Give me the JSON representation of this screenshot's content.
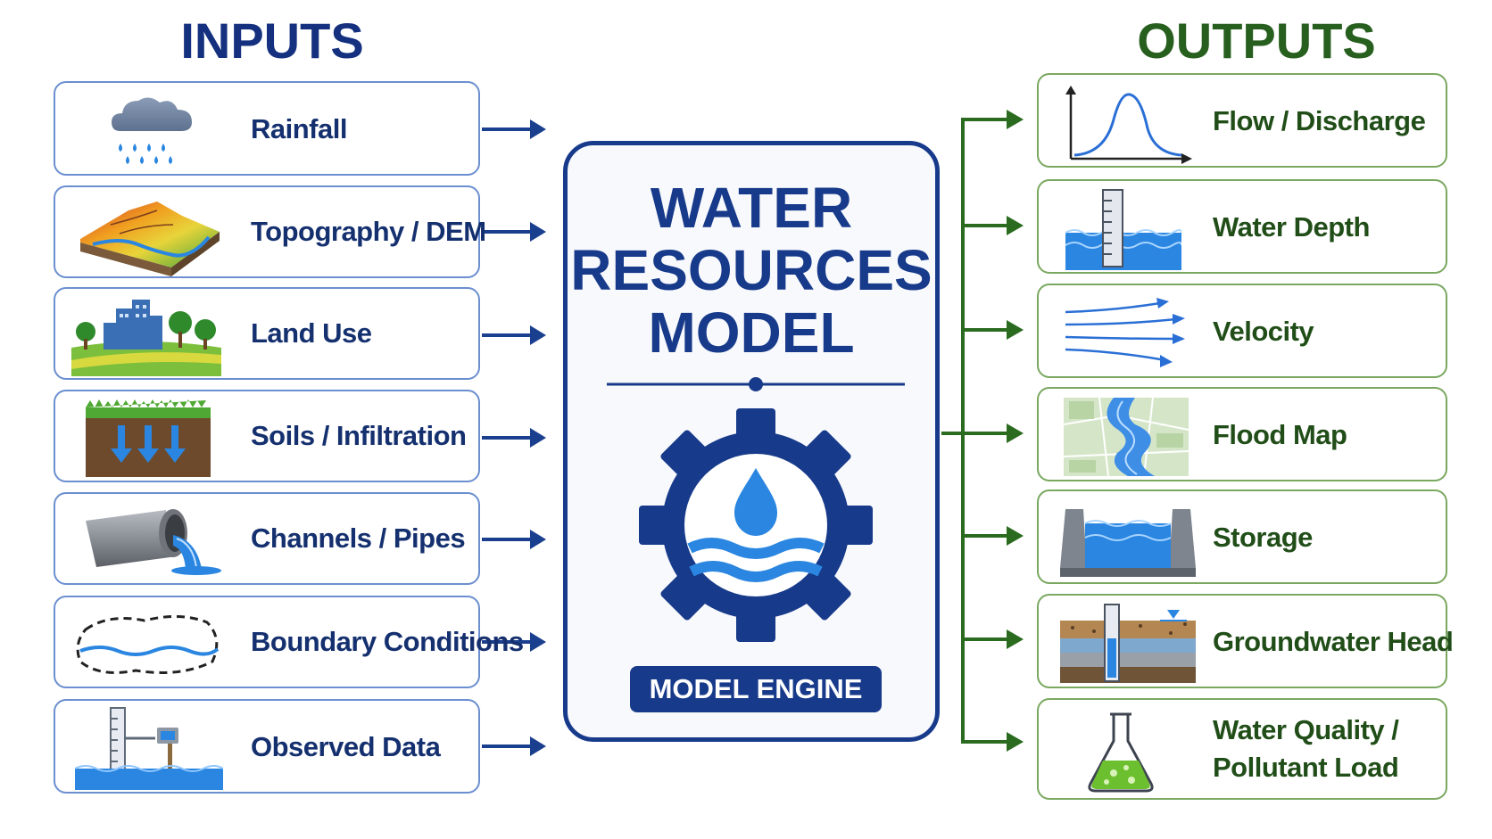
{
  "inputs": {
    "heading": "INPUTS",
    "items": [
      {
        "label": "Rainfall",
        "icon": "rain-cloud-icon"
      },
      {
        "label": "Topography / DEM",
        "icon": "terrain-icon"
      },
      {
        "label": "Land Use",
        "icon": "land-use-icon"
      },
      {
        "label": "Soils / Infiltration",
        "icon": "soil-infiltration-icon"
      },
      {
        "label": "Channels / Pipes",
        "icon": "pipe-outflow-icon"
      },
      {
        "label": "Boundary Conditions",
        "icon": "boundary-icon"
      },
      {
        "label": "Observed Data",
        "icon": "gauge-station-icon"
      }
    ]
  },
  "model": {
    "title_lines": [
      "WATER",
      "RESOURCES",
      "MODEL"
    ],
    "engine_label": "MODEL ENGINE",
    "icon": "gear-water-drop-icon"
  },
  "outputs": {
    "heading": "OUTPUTS",
    "items": [
      {
        "label": "Flow / Discharge",
        "icon": "hydrograph-icon"
      },
      {
        "label": "Water Depth",
        "icon": "depth-gauge-icon"
      },
      {
        "label": "Velocity",
        "icon": "flow-arrows-icon"
      },
      {
        "label": "Flood Map",
        "icon": "flood-map-icon"
      },
      {
        "label": "Storage",
        "icon": "reservoir-icon"
      },
      {
        "label": "Groundwater Head",
        "icon": "piezometer-icon"
      },
      {
        "label": "Water Quality / Pollutant Load",
        "line1": "Water Quality /",
        "line2": "Pollutant Load",
        "icon": "flask-icon"
      }
    ]
  },
  "colors": {
    "input_accent": "#14307e",
    "output_accent": "#275f1e",
    "water_blue": "#2a86e0"
  }
}
